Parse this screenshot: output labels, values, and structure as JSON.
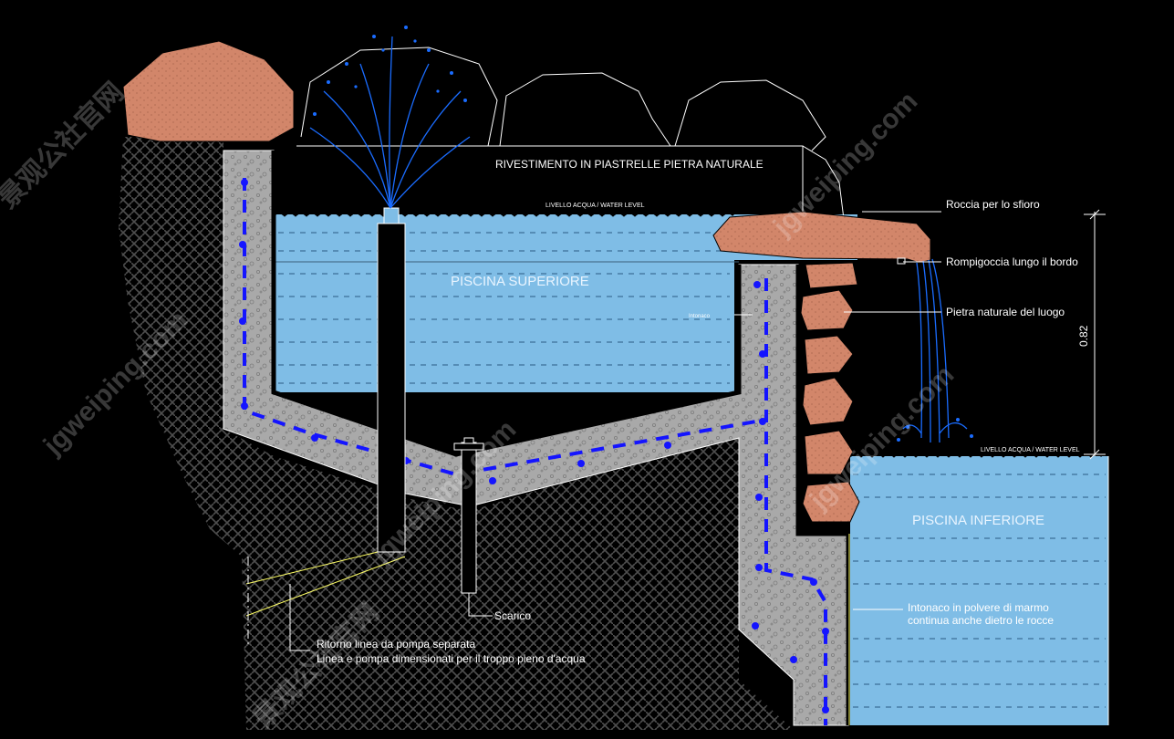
{
  "labels": {
    "rivestimento": "RIVESTIMENTO IN PIASTRELLE PIETRA NATURALE",
    "water_level_upper": "LIVELLO ACQUA / WATER LEVEL",
    "water_level_lower": "LIVELLO ACQUA / WATER LEVEL",
    "piscina_superiore": "PISCINA SUPERIORE",
    "piscina_inferiore": "PISCINA INFERIORE",
    "roccia_sfioro": "Roccia per lo sfioro",
    "rompigoccia": "Rompigoccia lungo il bordo",
    "pietra_naturale": "Pietra naturale del luogo",
    "intonaco_small": "Intonaco",
    "intonaco_line1": "Intonaco in polvere di marmo",
    "intonaco_line2": "continua anche dietro le rocce",
    "scarico": "Scarico",
    "ritorno_line1": "Ritorno linea da pompa separata",
    "ritorno_line2": "Linea e pompa dimensionati per il troppo pieno d'acqua",
    "dimension": "0.82"
  },
  "watermark": {
    "text": "jgweiping.com",
    "cn_text": "景观公社官网"
  },
  "colors": {
    "background": "#000000",
    "water": "#7fbde6",
    "stone": "#d2866a",
    "concrete": "#a9a9a9",
    "rebar": "#1414ff",
    "outline": "#ffffff",
    "pipe_line": "#ffff66",
    "soil_hatch": "#5a5a5a"
  }
}
